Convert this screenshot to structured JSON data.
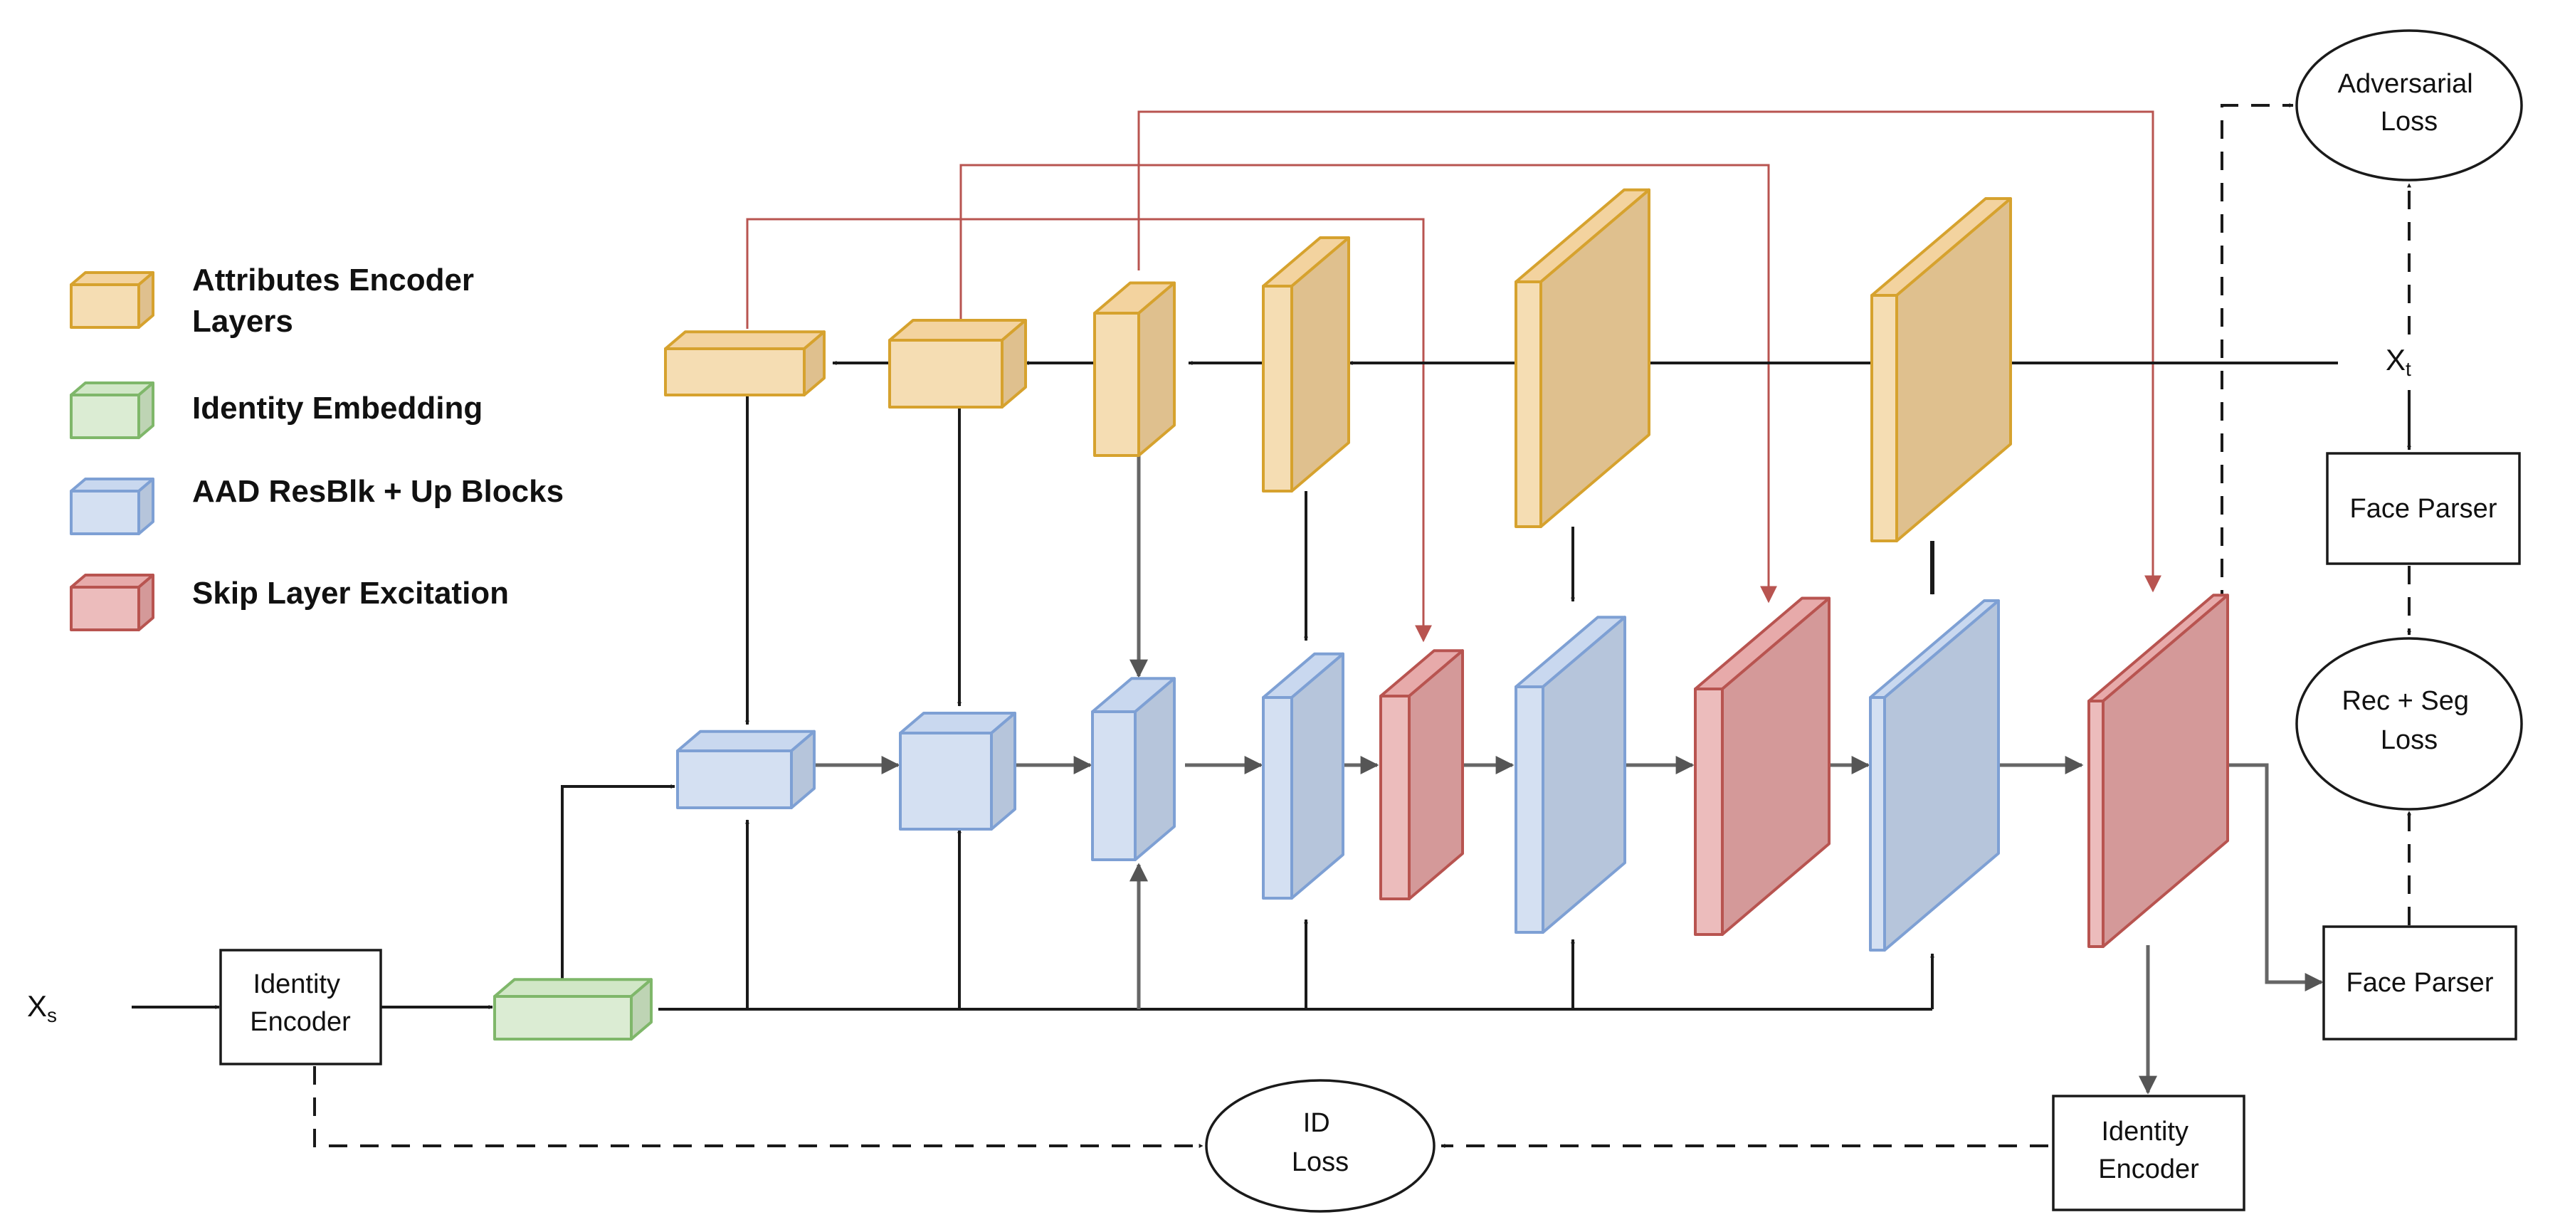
{
  "legend": {
    "attributes_encoder": "Attributes Encoder\nLayers",
    "identity_embedding": "Identity Embedding",
    "aad_resblk": "AAD ResBlk + Up Blocks",
    "skip_layer": "Skip Layer Excitation"
  },
  "nodes": {
    "xs": "Xs",
    "xt": "Xt",
    "identity_encoder_left": "Identity\nEncoder",
    "identity_encoder_right": "Identity\nEncoder",
    "face_parser_top": "Face Parser",
    "face_parser_bottom": "Face Parser",
    "adversarial_loss": "Adversarial\nLoss",
    "rec_seg_loss": "Rec + Seg\nLoss",
    "id_loss": "ID\nLoss"
  },
  "colors": {
    "attributes_encoder": "#f2d19a",
    "attributes_encoder_stroke": "#d6a22e",
    "identity_embedding": "#cfe6c4",
    "identity_embedding_stroke": "#7fb76a",
    "aad_resblk": "#c6d6ee",
    "aad_resblk_stroke": "#7ea0d4",
    "skip_layer": "#e6a6a6",
    "skip_layer_stroke": "#b85450",
    "skip_connection": "#b85450"
  }
}
